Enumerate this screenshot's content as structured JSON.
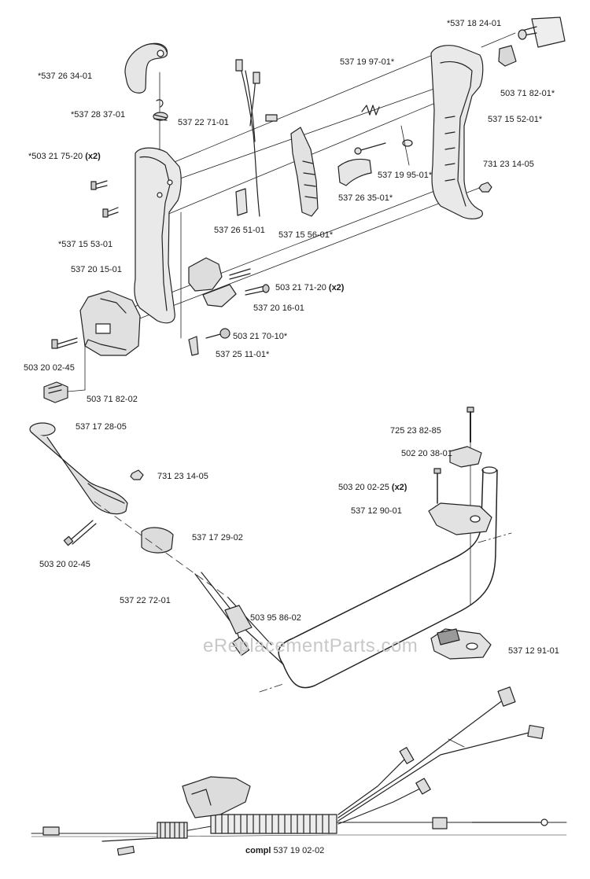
{
  "labels": {
    "p537_18_24_01": "*537 18 24-01",
    "p537_26_34_01": "*537 26 34-01",
    "p537_19_97_01": "537 19 97-01*",
    "p503_71_82_01": "503 71 82-01*",
    "p537_28_37_01": "*537 28 37-01",
    "p537_22_71_01": "537 22 71-01",
    "p537_15_52_01": "537 15 52-01*",
    "p503_21_75_20": "*503 21 75-20",
    "p537_19_95_01": "537 19 95-01*",
    "p731_23_14_05_a": "731 23 14-05",
    "p537_26_35_01": "537 26 35-01*",
    "p537_26_51_01": "537 26 51-01",
    "p537_15_56_01": "537 15 56-01*",
    "p537_15_53_01": "*537 15 53-01",
    "p537_20_15_01": "537 20 15-01",
    "p503_21_71_20": "503 21 71-20",
    "p537_20_16_01": "537 20 16-01",
    "p503_21_70_10": "503 21 70-10*",
    "p537_25_11_01": "537 25 11-01*",
    "p503_20_02_45_a": "503 20 02-45",
    "p503_71_82_02": "503 71 82-02",
    "p537_17_28_05": "537 17 28-05",
    "p725_23_82_85": "725 23 82-85",
    "p502_20_38_01": "502 20 38-01",
    "p731_23_14_05_b": "731 23 14-05",
    "p503_20_02_25": "503 20 02-25",
    "p537_12_90_01": "537 12 90-01",
    "p537_17_29_02": "537 17 29-02",
    "p503_20_02_45_b": "503 20 02-45",
    "p537_22_72_01": "537 22 72-01",
    "p503_95_86_02": "503 95 86-02",
    "p537_12_91_01": "537 12 91-01",
    "compl_prefix": "compl",
    "p537_19_02_02": "537 19 02-02",
    "qty_x2": "(x2)"
  },
  "watermark": "eReplacementParts.com"
}
